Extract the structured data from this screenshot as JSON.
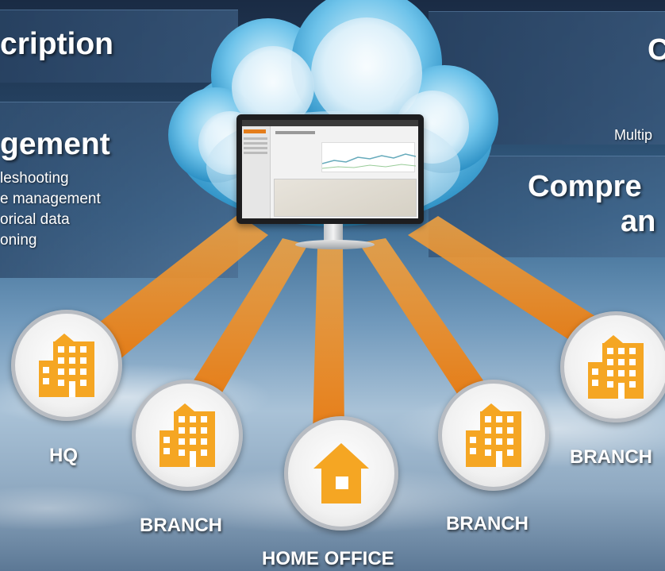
{
  "left": {
    "heading_top": "cription",
    "heading_mid": "gement",
    "bullets": [
      "leshooting",
      "e management",
      "orical data",
      "oning"
    ]
  },
  "right": {
    "heading_top": "C",
    "line_small": "Multip",
    "heading_mid_1": "Compre",
    "heading_mid_2": "an"
  },
  "nodes": [
    {
      "label": "HQ",
      "icon": "building-icon"
    },
    {
      "label": "BRANCH",
      "icon": "building-icon"
    },
    {
      "label": "HOME OFFICE",
      "icon": "house-icon"
    },
    {
      "label": "BRANCH",
      "icon": "building-icon"
    },
    {
      "label": "BRANCH",
      "icon": "building-icon"
    }
  ],
  "colors": {
    "beam": "#f08a1c",
    "icon": "#f5a623",
    "panel": "#2f4d72"
  }
}
